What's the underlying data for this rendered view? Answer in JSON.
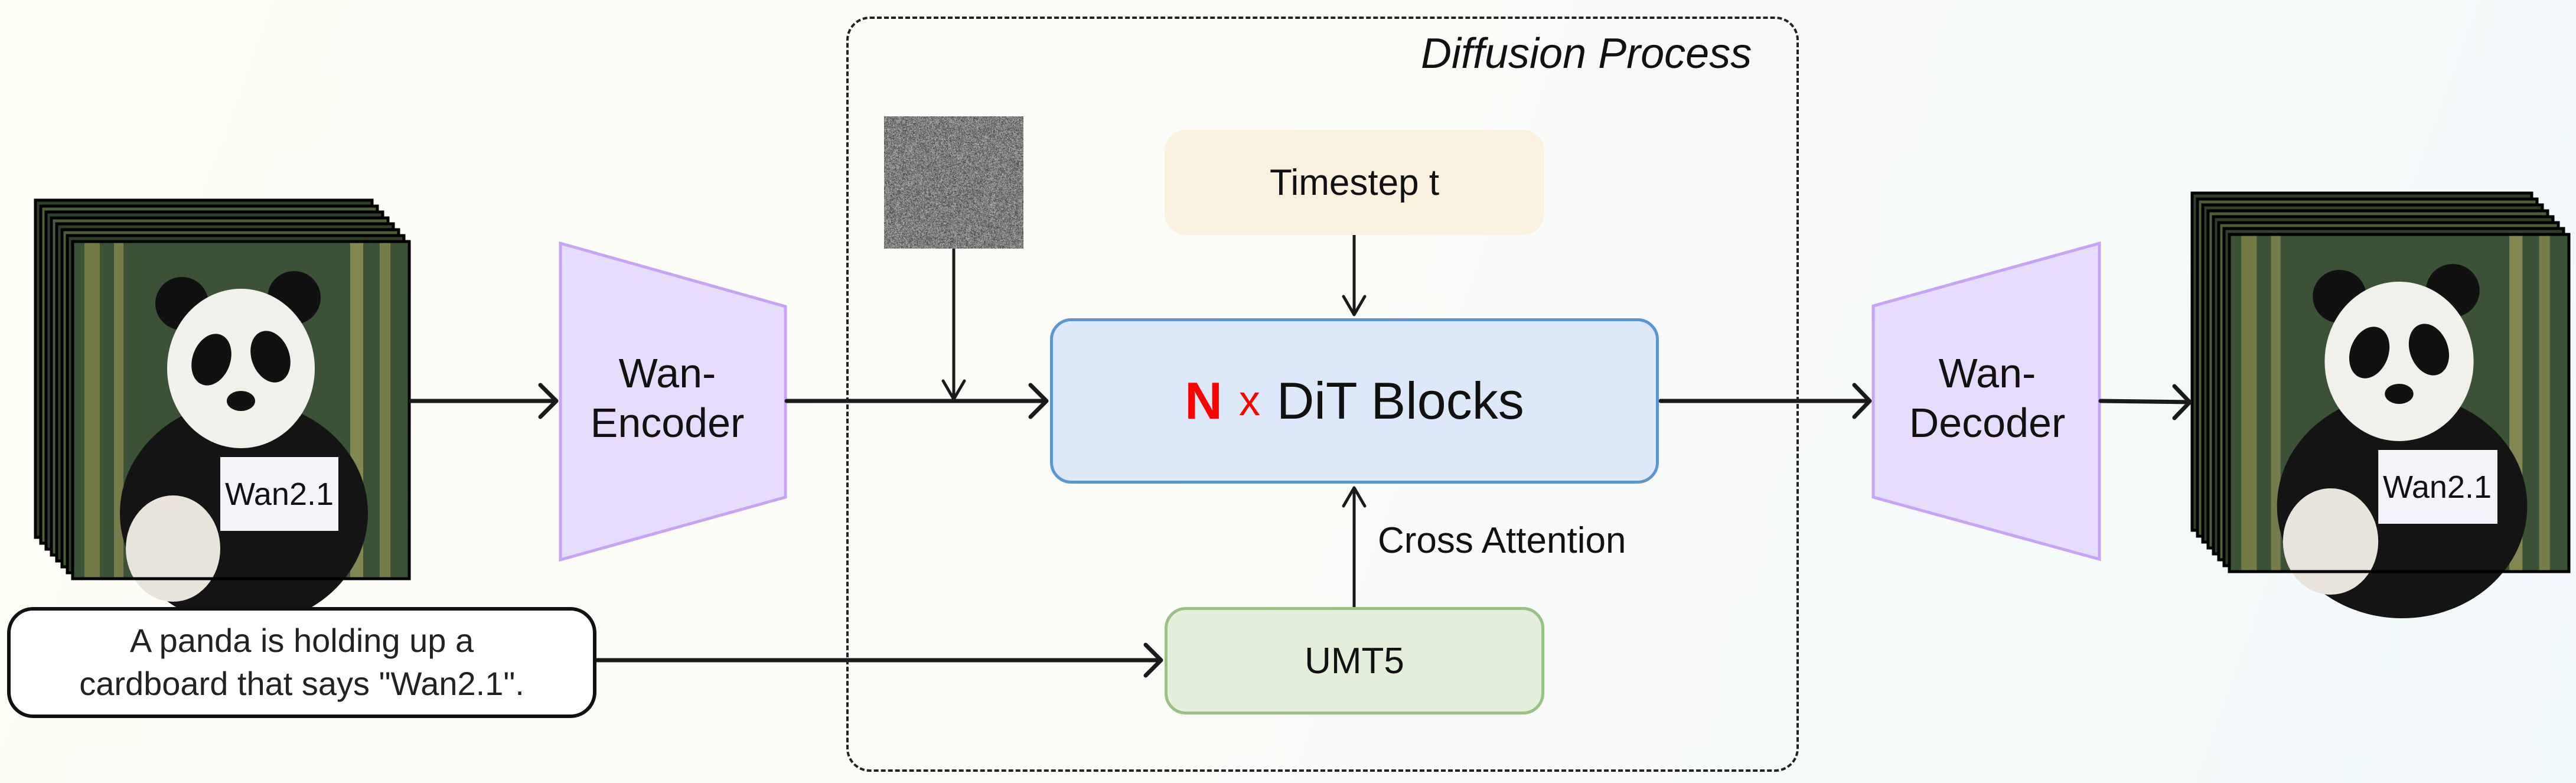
{
  "diffusion_label": "Diffusion Process",
  "timestep_label": "Timestep t",
  "dit": {
    "multiplier": "N",
    "times": "x",
    "label": "DiT Blocks",
    "accent_color": "#ff0000"
  },
  "umt5_label": "UMT5",
  "cross_attention_label": "Cross Attention",
  "encoder": {
    "line1": "Wan-",
    "line2": "Encoder"
  },
  "decoder": {
    "line1": "Wan-",
    "line2": "Decoder"
  },
  "prompt": {
    "line1": "A panda is holding up a",
    "line2": "cardboard that says \"Wan2.1\"."
  },
  "panda_sign_text": "Wan2.1",
  "colors": {
    "encoder_fill": "#e6dcfb",
    "encoder_border": "#c8a2f5",
    "dit_fill": "#dde9f8",
    "dit_border": "#5b96cf",
    "umt5_fill": "#e3efda",
    "umt5_border": "#99c183",
    "timestep_fill": "#faf1df"
  }
}
